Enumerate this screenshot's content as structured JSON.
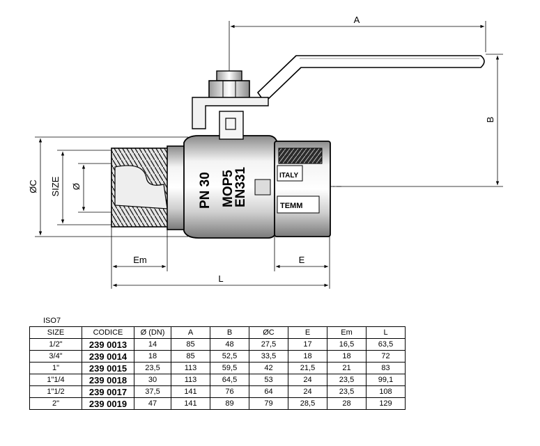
{
  "drawing": {
    "dim_A": "A",
    "dim_B": "B",
    "dim_C": "ØC",
    "dim_size": "SIZE",
    "dim_phi": "Ø",
    "dim_Em": "Em",
    "dim_E": "E",
    "dim_L": "L",
    "body_pressure": "PN 30",
    "body_mop": "MOP5",
    "body_norm": "EN331",
    "body_italy": "ITALY",
    "body_brand": "TEMM"
  },
  "table": {
    "caption": "ISO7",
    "headers": [
      "SIZE",
      "CODICE",
      "Ø (DN)",
      "A",
      "B",
      "ØC",
      "E",
      "Em",
      "L"
    ],
    "rows": [
      [
        "1/2\"",
        "239 0013",
        "14",
        "85",
        "48",
        "27,5",
        "17",
        "16,5",
        "63,5"
      ],
      [
        "3/4\"",
        "239 0014",
        "18",
        "85",
        "52,5",
        "33,5",
        "18",
        "18",
        "72"
      ],
      [
        "1\"",
        "239 0015",
        "23,5",
        "113",
        "59,5",
        "42",
        "21,5",
        "21",
        "83"
      ],
      [
        "1\"1/4",
        "239 0018",
        "30",
        "113",
        "64,5",
        "53",
        "24",
        "23,5",
        "99,1"
      ],
      [
        "1\"1/2",
        "239 0017",
        "37,5",
        "141",
        "76",
        "64",
        "24",
        "23,5",
        "108"
      ],
      [
        "2\"",
        "239 0019",
        "47",
        "141",
        "89",
        "79",
        "28,5",
        "28",
        "129"
      ]
    ]
  }
}
